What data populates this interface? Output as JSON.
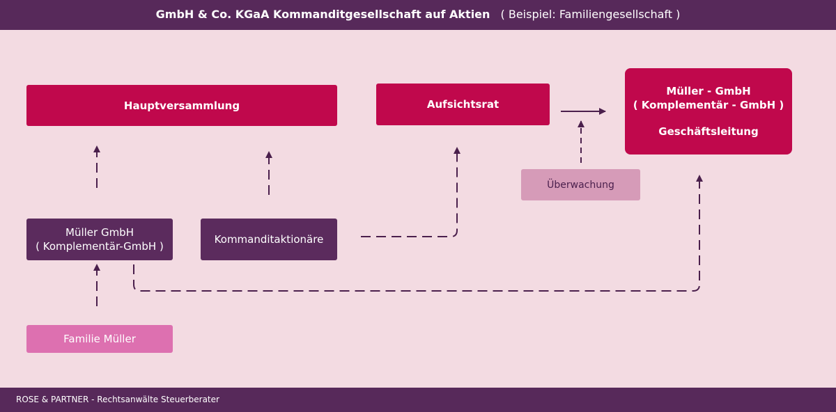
{
  "header": {
    "title": "GmbH & Co. KGaA  Kommanditgesellschaft auf Aktien",
    "subtitle": "( Beispiel: Familiengesellschaft )"
  },
  "nodes": {
    "hauptversammlung": "Hauptversammlung",
    "aufsichtsrat": "Aufsichtsrat",
    "komplementaer_line1": "Müller - GmbH",
    "komplementaer_line2": "( Komplementär - GmbH )",
    "komplementaer_line3": "Geschäftsleitung",
    "ueberwachung": "Überwachung",
    "mueller_line1": "Müller GmbH",
    "mueller_line2": "( Komplementär-GmbH )",
    "kommanditaktionaere": "Kommanditaktionäre",
    "familie": "Familie Müller"
  },
  "footer": {
    "text": "ROSE & PARTNER - Rechtsanwälte Steuerberater"
  },
  "colors": {
    "background": "#f3dbe2",
    "bar": "#57295a",
    "red_box": "#c0084c",
    "purple_box": "#5b2b5d",
    "pink_box": "#dd70b0",
    "light_pink_box": "#d69bb8",
    "connector": "#4a1f4c"
  }
}
